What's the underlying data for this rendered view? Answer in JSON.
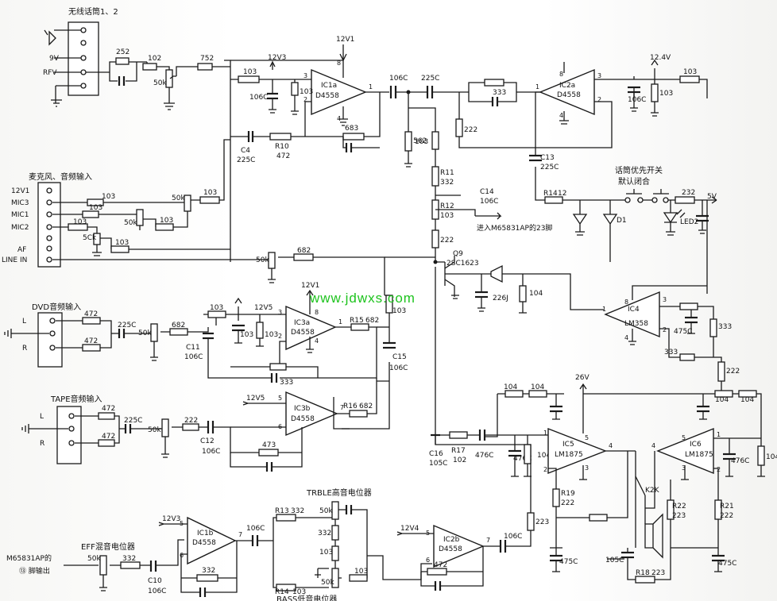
{
  "watermark": "www.jdwxs.com",
  "sections": {
    "wireless": "无线话筒1、2",
    "mic_input": "麦克风、音频输入",
    "dvd_input": "DVD音频输入",
    "tape_input": "TAPE音频输入",
    "priority_switch_1": "话筒优先开关",
    "priority_switch_2": "默认闭合",
    "eff_pot": "EFF混音电位器",
    "treble_pot": "TRBLE高音电位器",
    "bass_pot": "BASS低音电位器",
    "m6_output_1": "M65831AP的",
    "m6_output_2": "⑬ 脚输出",
    "to_m6": "进入M65831AP的23脚"
  },
  "wireless_pins": [
    "9V",
    "RFV"
  ],
  "mic_pins": [
    "12V1",
    "MIC3",
    "MIC1",
    "MIC2",
    "AF",
    "LINE IN"
  ],
  "dvd_pins": [
    "L",
    "R"
  ],
  "tape_pins": [
    "L",
    "R"
  ],
  "rails": {
    "v12v1_top": "12V1",
    "v12v3_top": "12V3",
    "v12_4v": "12.4V",
    "v12v1_mid": "12V1",
    "v12v5_a": "12V5",
    "v12v5_b": "12V5",
    "v12v3_eff": "12V3",
    "v12v4": "12V4",
    "v26": "26V",
    "v5": "5V"
  },
  "ics": [
    {
      "id": "ic1a",
      "name": "IC1a",
      "part": "D4558"
    },
    {
      "id": "ic2a",
      "name": "IC2a",
      "part": "D4558"
    },
    {
      "id": "ic3a",
      "name": "IC3a",
      "part": "D4558"
    },
    {
      "id": "ic3b",
      "name": "IC3b",
      "part": "D4558"
    },
    {
      "id": "ic1b",
      "name": "IC1b",
      "part": "D4558"
    },
    {
      "id": "ic2b",
      "name": "IC2b",
      "part": "D4558"
    },
    {
      "id": "ic4",
      "name": "IC4",
      "part": "LM358"
    },
    {
      "id": "ic5",
      "name": "IC5",
      "part": "LM1875"
    },
    {
      "id": "ic6",
      "name": "IC6",
      "part": "LM1875"
    }
  ],
  "labels": {
    "r252": "252",
    "r102a": "102",
    "r752": "752",
    "p50k_w": "50k",
    "r103_ic1": "103",
    "c106c_ic1": "106C",
    "r103_ic1b": "103",
    "r683": "683",
    "c4": "C4",
    "c4v": "225C",
    "r10": "R10",
    "r10v": "472",
    "c106c_out": "106C",
    "c225c_mid": "225C",
    "r333_ic2": "333",
    "r222_ic2": "222",
    "r103_right": "103",
    "c106c_right": "106C",
    "r103_right2": "103",
    "r562": "562",
    "r103_mid": "103",
    "r11": "R11",
    "r11v": "332",
    "r12": "R12",
    "r12v": "103",
    "r222_q": "222",
    "c13": "C13",
    "c13v": "225C",
    "c14": "C14",
    "c14v": "106C",
    "r14": "R14",
    "r14v": "12",
    "d1": "D1",
    "led2": "LED2",
    "r232": "232",
    "q9": "Q9",
    "q9v": "2SC1623",
    "c226j": "226J",
    "r104_q": "104",
    "mic_103a": "103",
    "mic_103b": "103",
    "mic_103c": "103",
    "mic_103d": "103",
    "mic_103e": "103",
    "mic_103f": "103",
    "mic_50ka": "50k",
    "mic_50kb": "50k",
    "mic_5ck": "5Ck",
    "line_50k": "50k",
    "line_682": "682",
    "dvd_472a": "472",
    "dvd_472b": "472",
    "dvd_225c": "225C",
    "dvd_50k": "50k",
    "dvd_682": "682",
    "c11": "C11",
    "c11v": "106C",
    "ic3_103a": "103",
    "ic3_103b": "103",
    "ic3_103c": "103",
    "r333_ic3": "333",
    "r15": "R15",
    "r15v": "682",
    "r103_c15": "103",
    "c15": "C15",
    "c15v": "106C",
    "tape_472a": "472",
    "tape_472b": "472",
    "tape_225c": "225C",
    "tape_50k": "50k",
    "tape_222": "222",
    "c12": "C12",
    "c12v": "106C",
    "r473": "473",
    "r16": "R16",
    "r16v": "682",
    "ic4_475c": "475C",
    "ic4_333a": "333",
    "ic4_333b": "333",
    "ic4_222": "222",
    "amp_104a": "104",
    "amp_104b": "104",
    "amp_104c": "104",
    "amp_104d": "104",
    "c16": "C16",
    "c16v": "105C",
    "r17": "R17",
    "r17v": "102",
    "c476a": "476C",
    "c476b": "476C",
    "r104_ic5": "104",
    "c476c": "476C",
    "r104_ic6": "104",
    "r19": "R19",
    "r19v": "222",
    "r22": "R22",
    "r22v": "223",
    "r21": "R21",
    "r21v": "222",
    "c475a": "475C",
    "c475b": "475C",
    "c105c": "105C",
    "r18": "R18",
    "r18v": "223",
    "k2k": "K2K",
    "r223_ic2b": "223",
    "eff_50k": "50k",
    "eff_332": "332",
    "c10": "C10",
    "c10v": "106C",
    "r332_ic1b": "332",
    "c106c_ic1b": "106C",
    "r13": "R13",
    "r13v": "332",
    "tr_50k": "50k",
    "tr_332": "332",
    "tr_103": "103",
    "tr_50k_b": "50k",
    "tr_103_b": "103",
    "r14b": "R14",
    "r14bv": "103",
    "r472_ic2b": "472",
    "c106c_ic2b": "106C"
  },
  "pins": {
    "ic1a_3": "3",
    "ic1a_2": "2",
    "ic1a_8": "8",
    "ic1a_4": "4",
    "ic1a_1": "1",
    "ic2a_3": "3",
    "ic2a_2": "2",
    "ic2a_8": "8",
    "ic2a_4": "4",
    "ic2a_1": "1",
    "ic3a_3": "3",
    "ic3a_2": "2",
    "ic3a_8": "8",
    "ic3a_4": "4",
    "ic3a_1": "1",
    "ic3b_5": "5",
    "ic3b_6": "6",
    "ic3b_7": "7",
    "ic1b_5": "5",
    "ic1b_6": "6",
    "ic1b_7": "7",
    "ic2b_5": "5",
    "ic2b_6": "6",
    "ic2b_7": "7",
    "ic4_8": "8",
    "ic4_3": "3",
    "ic4_2": "2",
    "ic4_4": "4",
    "ic4_1": "1",
    "ic5_5": "5",
    "ic5_1": "1",
    "ic5_2": "2",
    "ic5_3": "3",
    "ic5_4": "4",
    "ic6_5": "5",
    "ic6_1": "1",
    "ic6_2": "2",
    "ic6_3": "3",
    "ic6_4": "4"
  }
}
